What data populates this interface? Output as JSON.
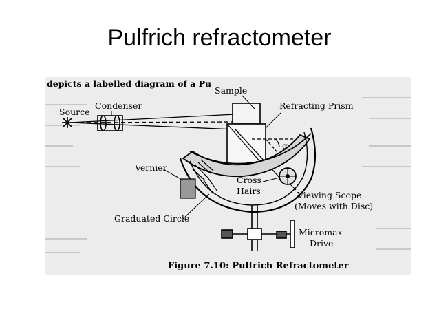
{
  "slide": {
    "title": "Pulfrich refractometer"
  },
  "figure": {
    "caption": "Figure 7.10: Pulfrich Refractometer",
    "top_cutoff_text": "depicts a labelled diagram of a Pu",
    "labels": {
      "source": "Source",
      "condenser": "Condenser",
      "sample": "Sample",
      "refracting_prism": "Refracting Prism",
      "alpha": "α",
      "vernier": "Vernier",
      "cross": "Cross",
      "hairs": "Hairs",
      "viewing_scope": "Viewing Scope",
      "moves_with_disc": "(Moves with Disc)",
      "graduated_circle": "Graduated Circle",
      "micromax": "Micromax",
      "drive": "Drive"
    }
  }
}
